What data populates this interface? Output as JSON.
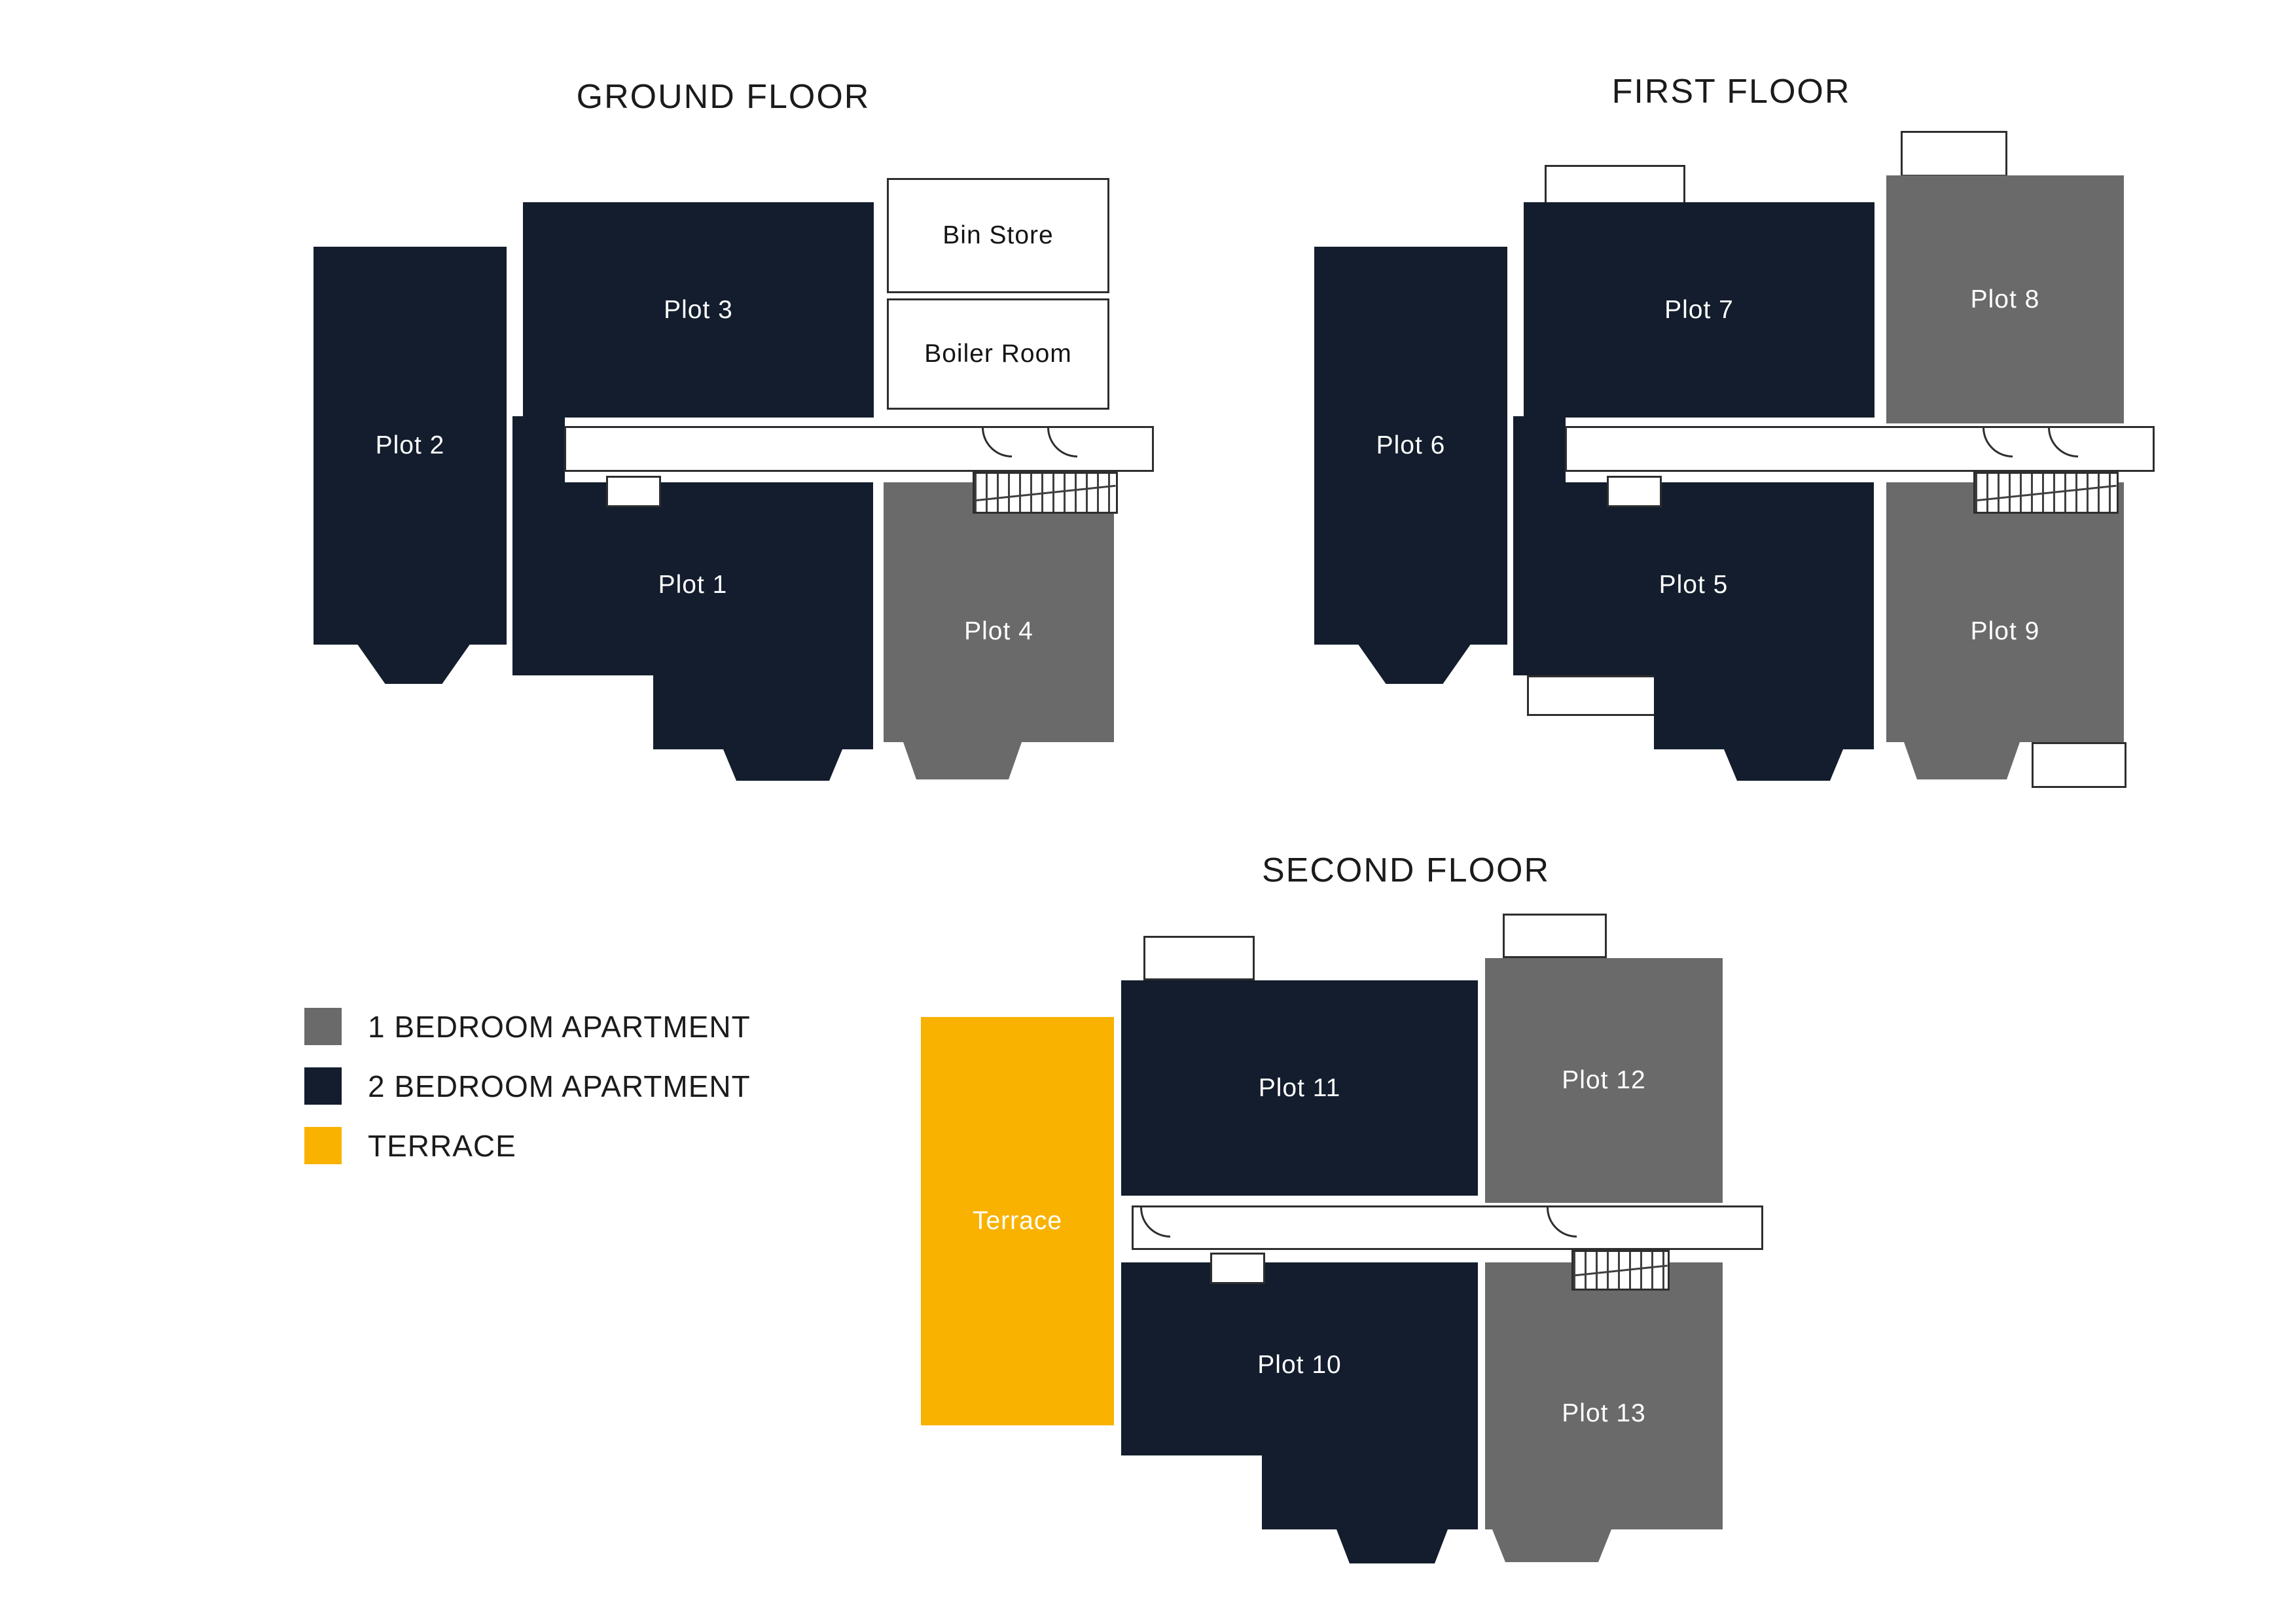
{
  "colors": {
    "one_bed": "#6a6a6a",
    "two_bed": "#131d2d",
    "terrace_fill": "#f9b200",
    "wall": "#2e2e2e"
  },
  "floors": {
    "ground": {
      "title": "GROUND FLOOR",
      "rooms": {
        "plot1": "Plot 1",
        "plot2": "Plot 2",
        "plot3": "Plot 3",
        "plot4": "Plot 4",
        "bin_store": "Bin Store",
        "boiler_room": "Boiler Room"
      }
    },
    "first": {
      "title": "FIRST FLOOR",
      "rooms": {
        "plot5": "Plot 5",
        "plot6": "Plot 6",
        "plot7": "Plot 7",
        "plot8": "Plot 8",
        "plot9": "Plot 9"
      }
    },
    "second": {
      "title": "SECOND FLOOR",
      "rooms": {
        "plot10": "Plot 10",
        "plot11": "Plot 11",
        "plot12": "Plot 12",
        "plot13": "Plot 13",
        "terrace": "Terrace"
      }
    }
  },
  "legend": {
    "items": [
      {
        "label": "1 BEDROOM APARTMENT",
        "color": "#6a6a6a"
      },
      {
        "label": "2 BEDROOM APARTMENT",
        "color": "#131d2d"
      },
      {
        "label": "TERRACE",
        "color": "#f9b200"
      }
    ]
  }
}
